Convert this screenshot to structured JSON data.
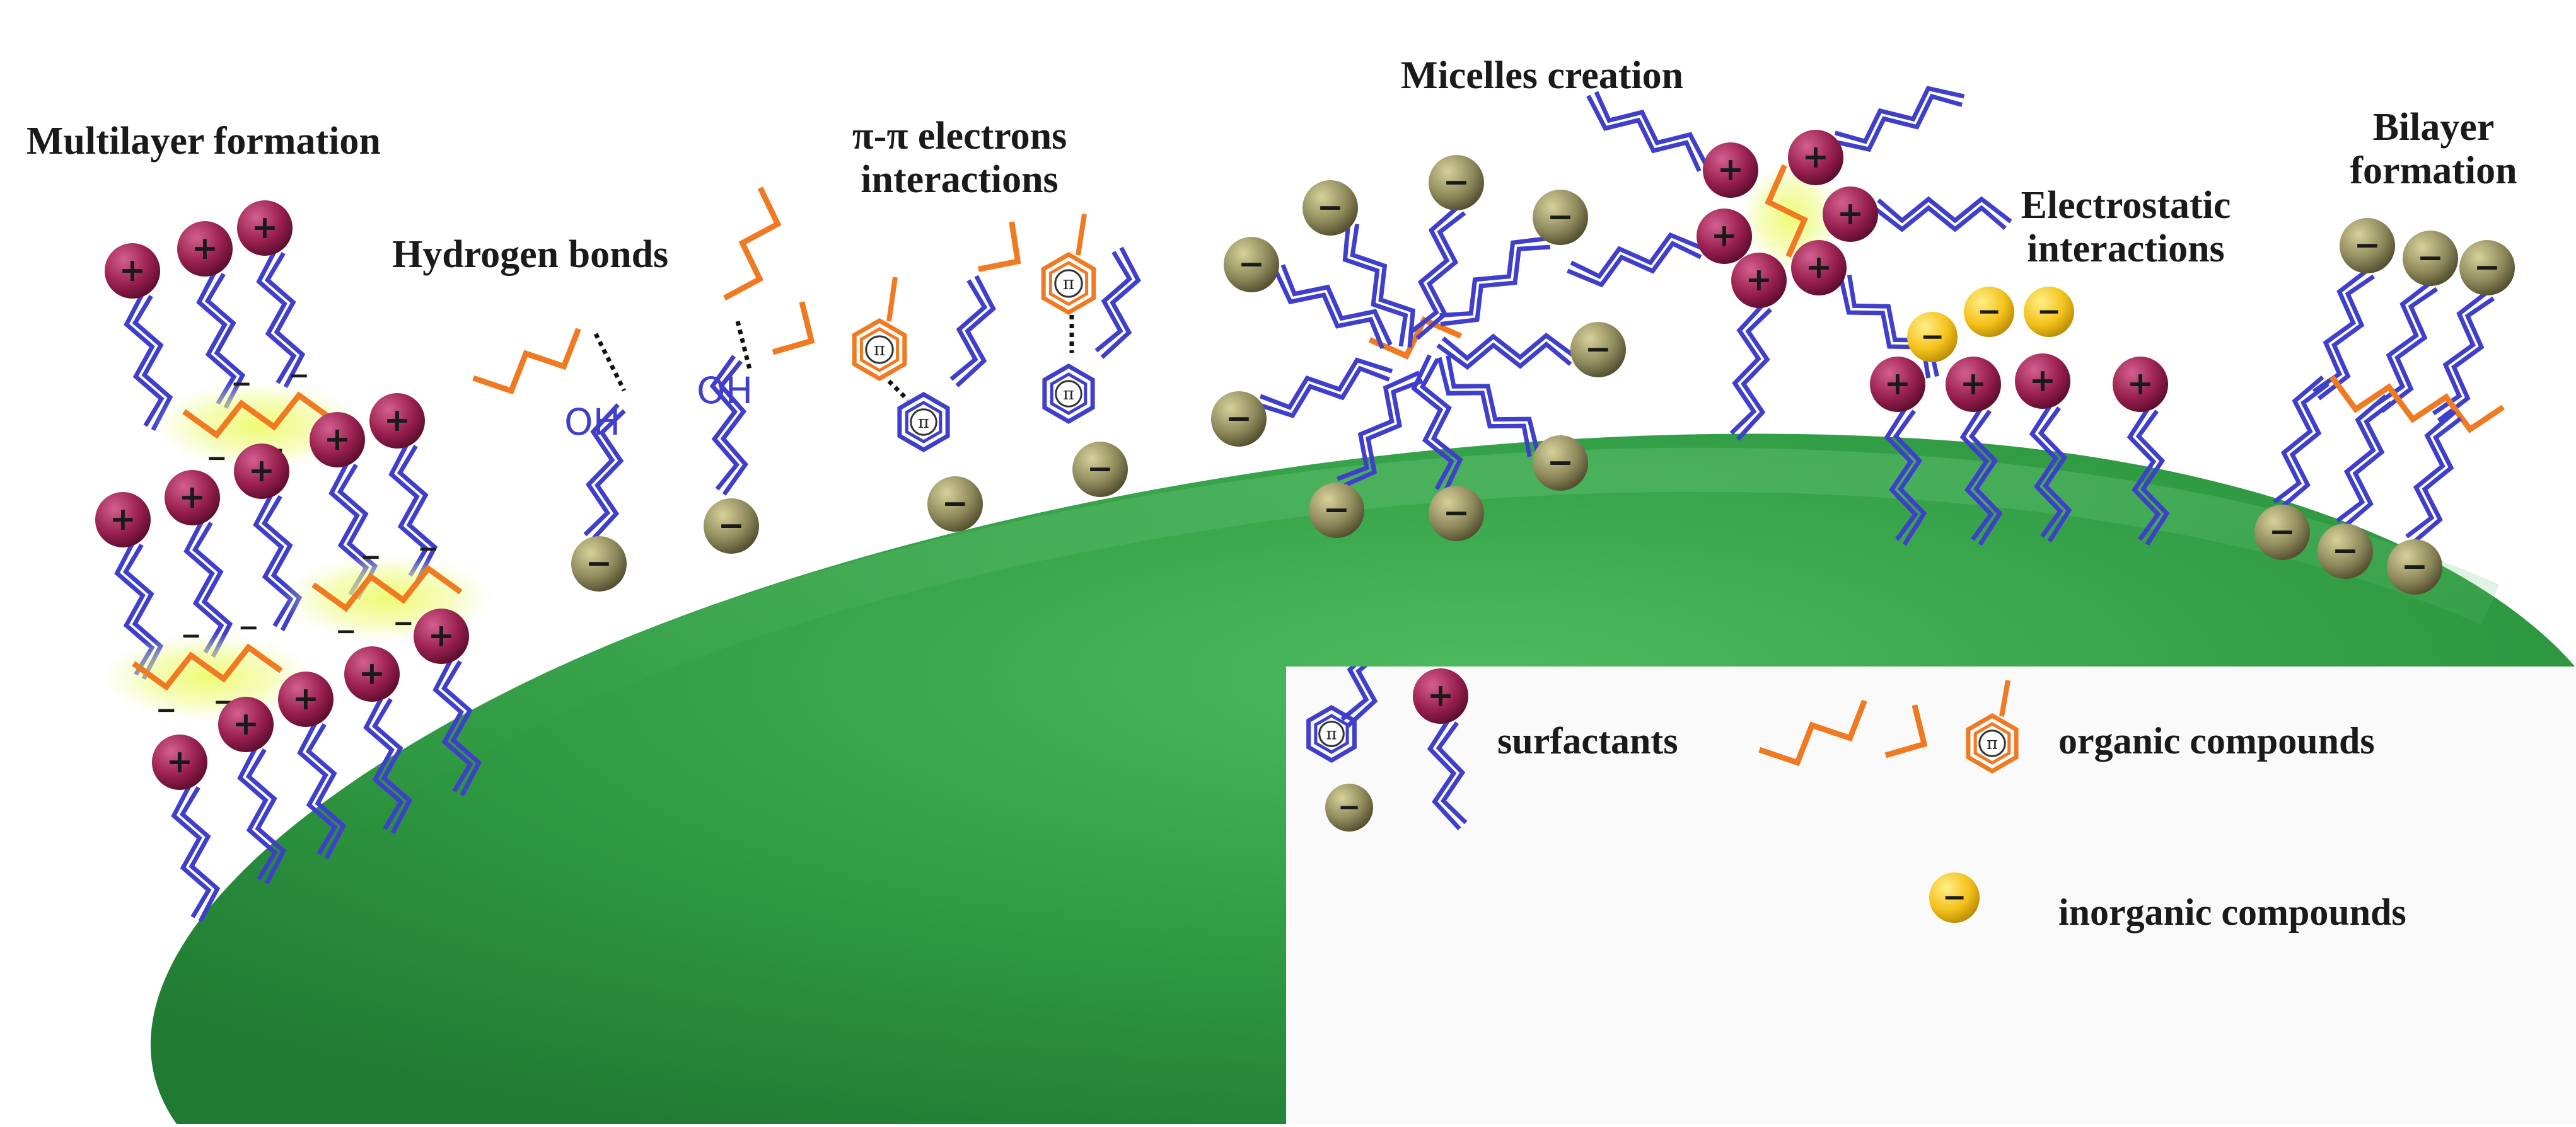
{
  "labels": {
    "multilayer": "Multilayer formation",
    "hydrogen": "Hydrogen bonds",
    "pipi_line1": "π-π electrons",
    "pipi_line2": "interactions",
    "micelles": "Micelles creation",
    "electro_line1": "Electrostatic",
    "electro_line2": "interactions",
    "bilayer_line1": "Bilayer",
    "bilayer_line2": "formation"
  },
  "legend": {
    "surfactants": "surfactants",
    "organic": "organic compounds",
    "inorganic": "inorganic compounds"
  },
  "glyphs": {
    "plus": "+",
    "minus": "−",
    "pi": "π",
    "oh": "OH"
  },
  "colors": {
    "surface": "#3a9a4a",
    "surfactant_tail": "#3f3fcc",
    "organic": "#f07a22",
    "cation": "#8a1a4a",
    "anion_surfactant": "#8c8659",
    "anion_inorganic": "#f2c01a",
    "glow": "#e8f77a"
  }
}
